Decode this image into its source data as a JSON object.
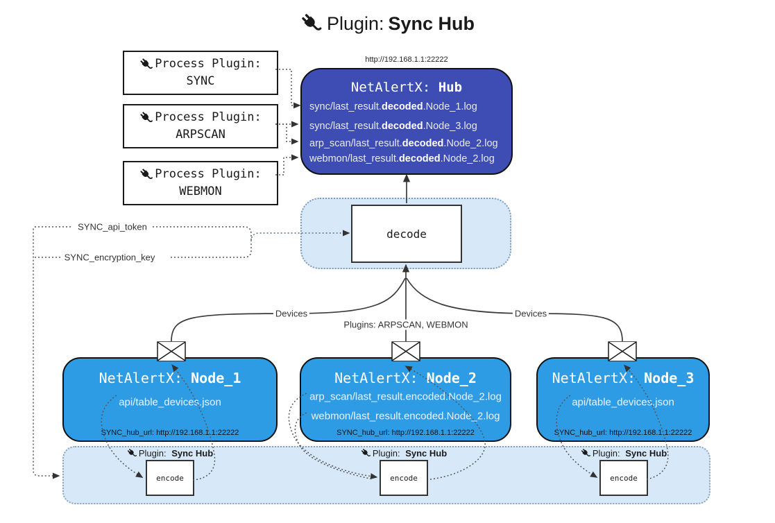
{
  "title": {
    "prefix": "Plugin:",
    "bold": "Sync Hub"
  },
  "process_plugins": [
    {
      "line1": "Process Plugin:",
      "name": "SYNC"
    },
    {
      "line1": "Process Plugin:",
      "name": "ARPSCAN"
    },
    {
      "line1": "Process Plugin:",
      "name": "WEBMON"
    }
  ],
  "hub": {
    "url": "http://192.168.1.1:22222",
    "title_prefix": "NetAlertX:",
    "title_bold": "Hub",
    "logs": [
      {
        "pre": "sync/last_result.",
        "bold": "decoded",
        "post": ".Node_1.log"
      },
      {
        "pre": "sync/last_result.",
        "bold": "decoded",
        "post": ".Node_3.log"
      },
      {
        "pre": "arp_scan/last_result.",
        "bold": "decoded",
        "post": ".Node_2.log"
      },
      {
        "pre": "webmon/last_result.",
        "bold": "decoded",
        "post": ".Node_2.log"
      }
    ]
  },
  "decode": {
    "label": "decode"
  },
  "config_labels": {
    "api_token": "SYNC_api_token",
    "encryption_key": "SYNC_encryption_key"
  },
  "edge_labels": {
    "devices_left": "Devices",
    "plugins_center": "Plugins: ARPSCAN, WEBMON",
    "devices_right": "Devices"
  },
  "nodes": [
    {
      "title_prefix": "NetAlertX:",
      "title_bold": "Node_1",
      "files": [
        "api/table_devices.json"
      ],
      "hub_url": "SYNC_hub_url: http://192.168.1.1:22222"
    },
    {
      "title_prefix": "NetAlertX:",
      "title_bold": "Node_2",
      "files": [
        "arp_scan/last_result.encoded.Node_2.log",
        "webmon/last_result.encoded.Node_2.log"
      ],
      "hub_url": "SYNC_hub_url: http://192.168.1.1:22222"
    },
    {
      "title_prefix": "NetAlertX:",
      "title_bold": "Node_3",
      "files": [
        "api/table_devices.json"
      ],
      "hub_url": "SYNC_hub_url: http://192.168.1.1:22222"
    }
  ],
  "sync_band": {
    "plugin_prefix": "Plugin:",
    "plugin_bold": "Sync Hub",
    "encode_label": "encode"
  },
  "colors": {
    "hub_fill": "#3e4db4",
    "node_fill": "#2e9be5",
    "band_fill": "#d7e9f9",
    "edge": "#555555"
  }
}
